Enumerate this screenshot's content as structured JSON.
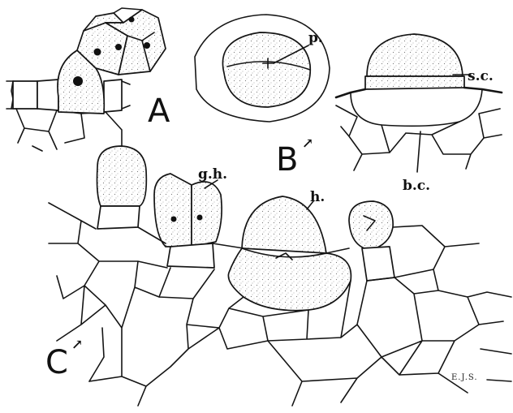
{
  "figure": {
    "panels": [
      {
        "letter": "A"
      },
      {
        "letter": "B",
        "mark": "↗"
      },
      {
        "letter": "C",
        "mark": "↗"
      }
    ],
    "labels": {
      "p": "p.",
      "sc": "s.c.",
      "bc": "b.c.",
      "gh": "g.h.",
      "h": "h."
    },
    "signature": "E.J.S."
  }
}
